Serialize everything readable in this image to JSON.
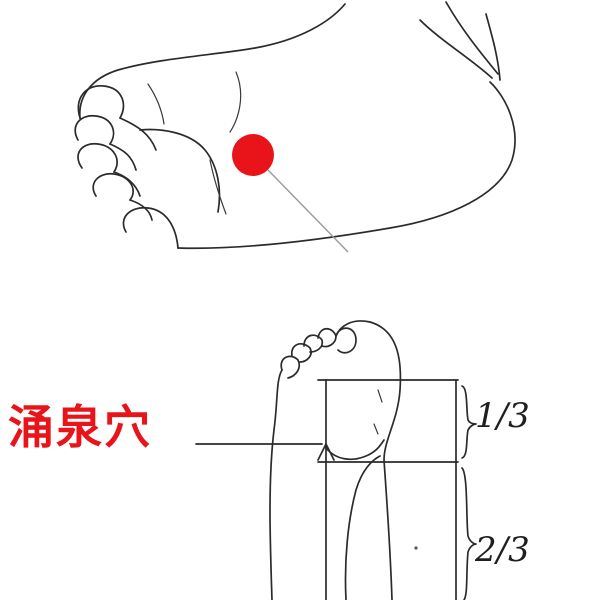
{
  "acupoint": {
    "label": "涌泉穴",
    "marker_color": "#e8141a"
  },
  "proportions": {
    "upper": "1/3",
    "lower": "2/3"
  }
}
